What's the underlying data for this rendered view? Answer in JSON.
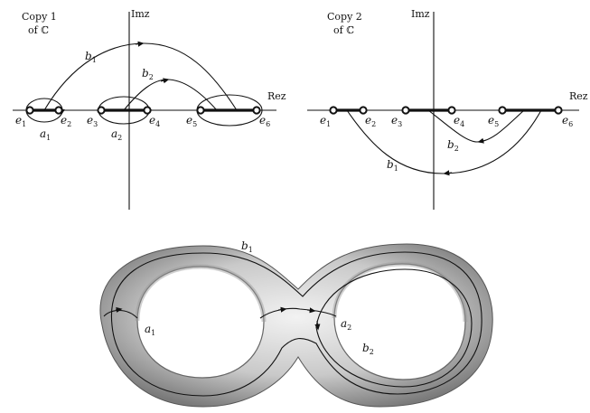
{
  "copy1": {
    "title_line1": "Copy 1",
    "title_line2": "of ℂ",
    "axis_im": "Imz",
    "axis_re": "Rez",
    "points": [
      "e1",
      "e2",
      "e3",
      "e4",
      "e5",
      "e6"
    ],
    "cycles": {
      "a1": "a1",
      "a2": "a2",
      "b1": "b1",
      "b2": "b2"
    }
  },
  "copy2": {
    "title_line1": "Copy 2",
    "title_line2": "of ℂ",
    "axis_im": "Imz",
    "axis_re": "Rez",
    "points": [
      "e1",
      "e2",
      "e3",
      "e4",
      "e5",
      "e6"
    ],
    "cycles": {
      "b1": "b1",
      "b2": "b2"
    }
  },
  "torus": {
    "cycles": {
      "a1": "a1",
      "a2": "a2",
      "b1": "b1",
      "b2": "b2"
    }
  }
}
